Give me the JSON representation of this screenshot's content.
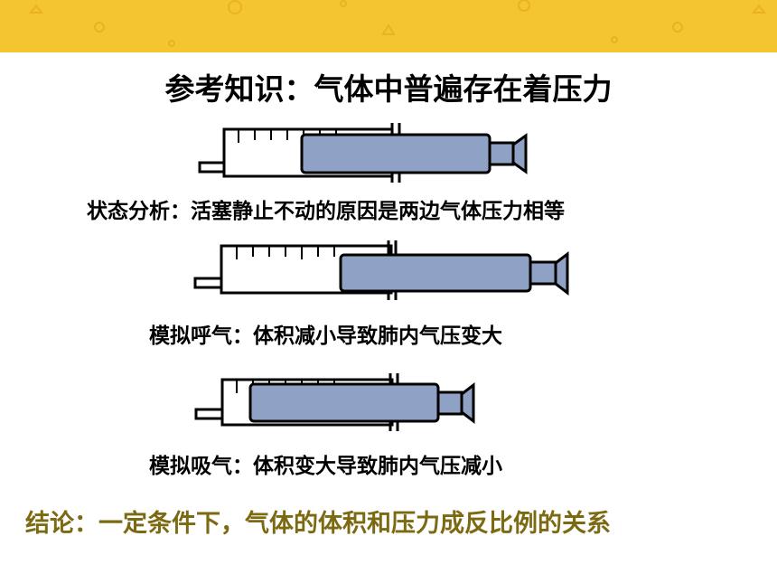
{
  "title": "参考知识：气体中普遍存在着压力",
  "caption_balanced": "状态分析：活塞静止不动的原因是两边气体压力相等",
  "caption_exhale": "模拟呼气：体积减小导致肺内气压变大",
  "caption_inhale": "模拟吸气：体积变大导致肺内气压减小",
  "conclusion": "结论：一定条件下，气体的体积和压力成反比例的关系",
  "colors": {
    "banner": "#f5c431",
    "plunger": "#8fa1c4",
    "conclusion": "#7c6a12"
  }
}
